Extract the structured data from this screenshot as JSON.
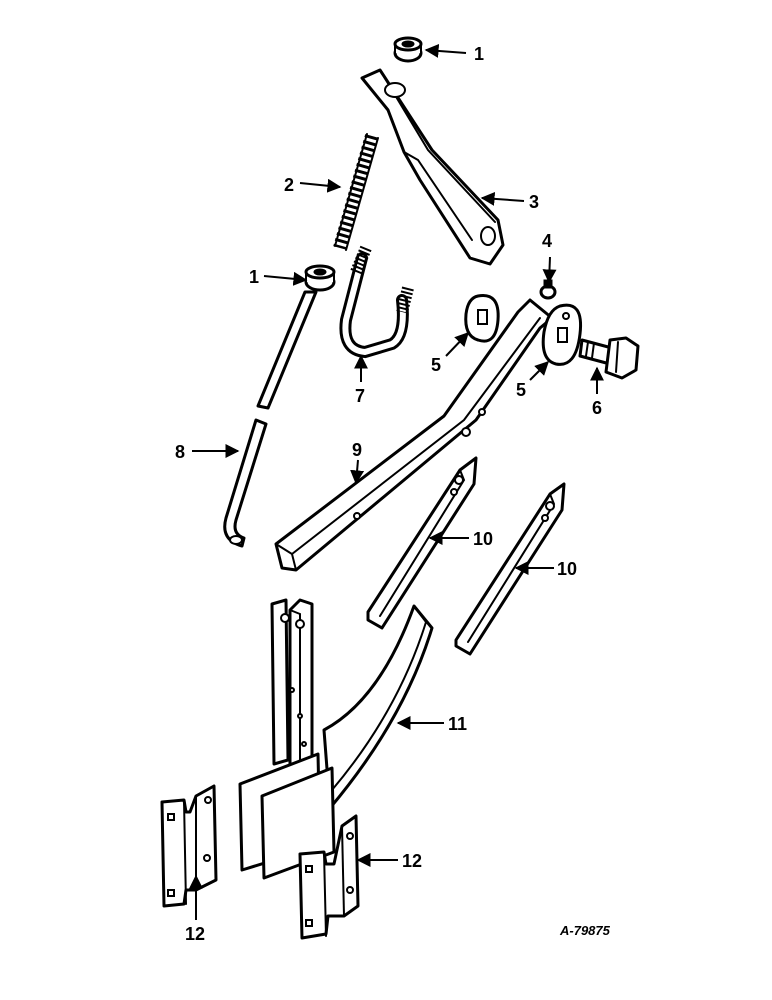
{
  "callouts": {
    "c1a": "1",
    "c1b": "1",
    "c2": "2",
    "c3": "3",
    "c4": "4",
    "c5a": "5",
    "c5b": "5",
    "c6": "6",
    "c7": "7",
    "c8": "8",
    "c9": "9",
    "c10a": "10",
    "c10b": "10",
    "c11": "11",
    "c12a": "12",
    "c12b": "12"
  },
  "drawing_code": "A-79875"
}
